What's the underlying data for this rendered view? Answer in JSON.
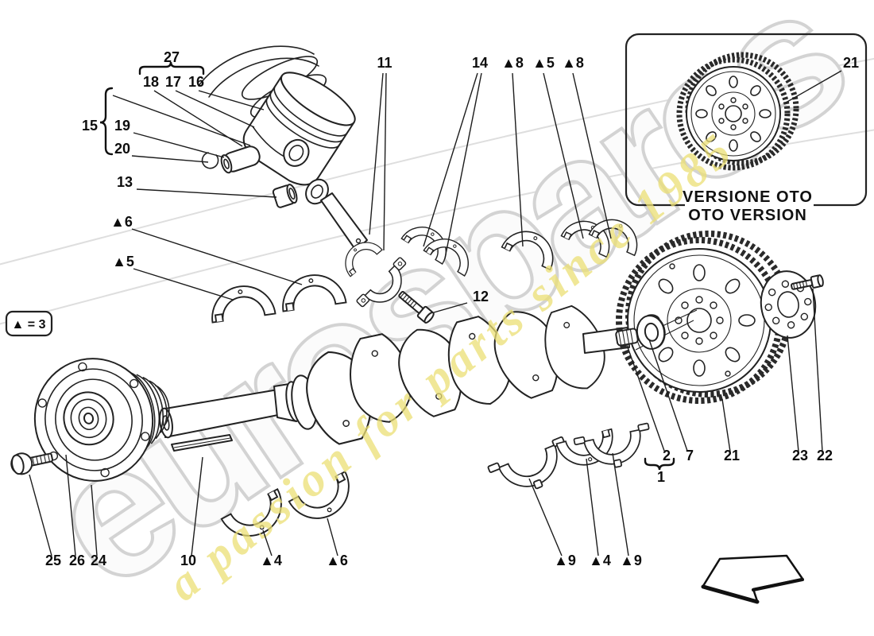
{
  "diagram": {
    "title": "crankshaft - connecting rods and pistons parts diagram",
    "legend": {
      "note": "▲ = 3"
    },
    "inset": {
      "callout": "21",
      "caption_line1": "VERSIONE OTO",
      "caption_line2": "OTO VERSION"
    },
    "watermark": {
      "brand": "eurospares",
      "tagline": "a passion for parts since 1985",
      "brand_outline_color": "#d3d3d3",
      "tagline_color": "#ece075"
    },
    "callouts": [
      {
        "text": "27"
      },
      {
        "text": "18"
      },
      {
        "text": "17"
      },
      {
        "text": "16"
      },
      {
        "text": "15"
      },
      {
        "text": "19"
      },
      {
        "text": "20"
      },
      {
        "text": "13"
      },
      {
        "text": "▲6"
      },
      {
        "text": "▲5"
      },
      {
        "text": "11"
      },
      {
        "text": "14"
      },
      {
        "text": "▲8"
      },
      {
        "text": "▲5"
      },
      {
        "text": "▲8"
      },
      {
        "text": "12"
      },
      {
        "text": "10"
      },
      {
        "text": "▲4"
      },
      {
        "text": "▲6"
      },
      {
        "text": "▲9"
      },
      {
        "text": "▲4"
      },
      {
        "text": "▲9"
      },
      {
        "text": "2"
      },
      {
        "text": "7"
      },
      {
        "text": "1"
      },
      {
        "text": "21"
      },
      {
        "text": "23"
      },
      {
        "text": "22"
      },
      {
        "text": "25"
      },
      {
        "text": "26"
      },
      {
        "text": "24"
      },
      {
        "text": "21"
      }
    ]
  }
}
